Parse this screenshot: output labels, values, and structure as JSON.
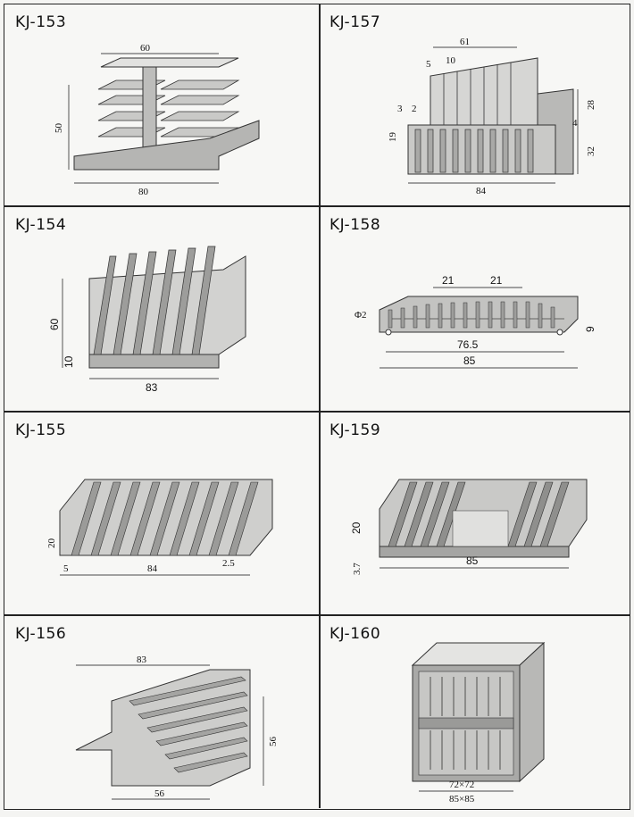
{
  "cells": [
    {
      "code": "KJ-153",
      "dims": {
        "a": "60",
        "b": "50",
        "c": "80"
      }
    },
    {
      "code": "KJ-157",
      "dims": {
        "a": "61",
        "b": "5",
        "c": "10",
        "d": "3",
        "e": "2",
        "f": "19",
        "g": "28",
        "h": "4",
        "i": "32",
        "j": "84"
      }
    },
    {
      "code": "KJ-154",
      "dims": {
        "a": "60",
        "b": "10",
        "c": "83"
      }
    },
    {
      "code": "KJ-158",
      "dims": {
        "a": "21",
        "b": "21",
        "c": "Φ2",
        "d": "76.5",
        "e": "85",
        "f": "9"
      }
    },
    {
      "code": "KJ-155",
      "dims": {
        "a": "20",
        "b": "5",
        "c": "84",
        "d": "2.5"
      }
    },
    {
      "code": "KJ-159",
      "dims": {
        "a": "20",
        "b": "3.7",
        "c": "85"
      }
    },
    {
      "code": "KJ-156",
      "dims": {
        "a": "83",
        "b": "56",
        "c": "56"
      }
    },
    {
      "code": "KJ-160",
      "dims": {
        "a": "72×72",
        "b": "85×85"
      }
    }
  ],
  "colors": {
    "metal_light": "#d8d8d6",
    "metal_mid": "#a9a9a7",
    "metal_dark": "#6f6f6d",
    "ink": "#111111"
  }
}
